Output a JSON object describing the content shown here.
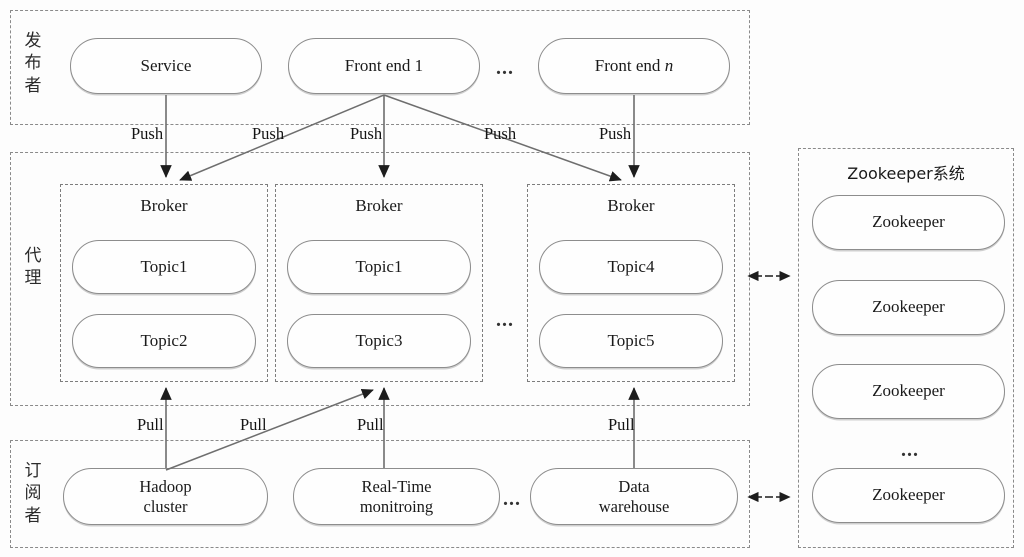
{
  "diagram": {
    "title": "Kafka publish-subscribe architecture",
    "colors": {
      "node_border": "#8d8d8d",
      "group_border": "#8a8a8a",
      "arrow": "#2b2b2b",
      "background": "#fdfdfd"
    },
    "groups": [
      {
        "id": "publisher",
        "label_chars": [
          "发",
          "布",
          "者"
        ]
      },
      {
        "id": "broker",
        "label_chars": [
          "代",
          "理"
        ]
      },
      {
        "id": "subscriber",
        "label_chars": [
          "订",
          "阅",
          "者"
        ]
      }
    ],
    "publisher": {
      "nodes": [
        {
          "label": "Service"
        },
        {
          "label": "Front end 1"
        },
        {
          "label": "Front end ",
          "italic_suffix": "n"
        }
      ],
      "ellipsis": "..."
    },
    "brokers": [
      {
        "caption": "Broker",
        "topics": [
          "Topic1",
          "Topic2"
        ]
      },
      {
        "caption": "Broker",
        "topics": [
          "Topic1",
          "Topic3"
        ]
      },
      {
        "caption": "Broker",
        "topics": [
          "Topic4",
          "Topic5"
        ]
      }
    ],
    "broker_ellipsis": "...",
    "subscribers": {
      "nodes": [
        {
          "line1": "Hadoop",
          "line2": "cluster"
        },
        {
          "line1": "Real-Time",
          "line2": "monitroing"
        },
        {
          "line1": "Data",
          "line2": "warehouse"
        }
      ],
      "ellipsis": "..."
    },
    "zookeeper": {
      "title": "Zookeeper系统",
      "nodes": [
        "Zookeeper",
        "Zookeeper",
        "Zookeeper",
        "Zookeeper"
      ],
      "ellipsis": "..."
    },
    "edges": {
      "push_labels": [
        "Push",
        "Push",
        "Push",
        "Push",
        "Push"
      ],
      "pull_labels": [
        "Pull",
        "Pull",
        "Pull",
        "Pull"
      ],
      "sync_arrows": 2
    }
  }
}
